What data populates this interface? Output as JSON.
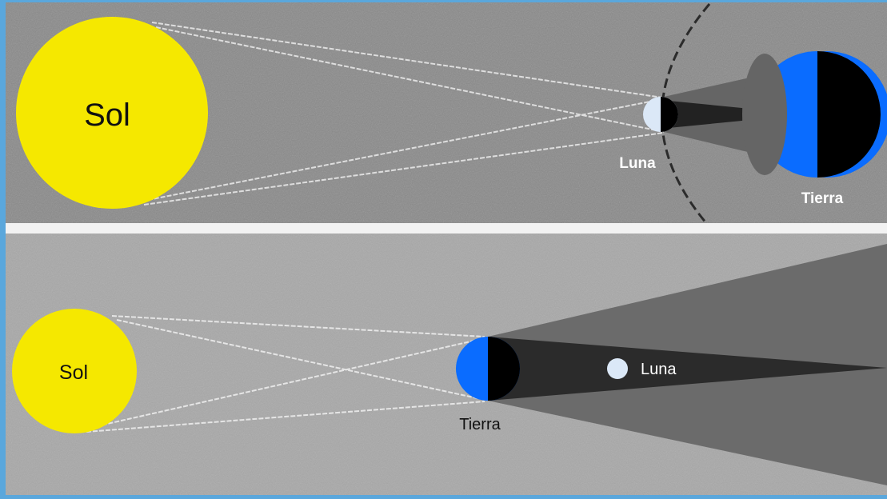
{
  "panels": {
    "solar_eclipse": {
      "sun_label": "Sol",
      "moon_label": "Luna",
      "earth_label": "Tierra"
    },
    "lunar_eclipse": {
      "sun_label": "Sol",
      "earth_label": "Tierra",
      "moon_label": "Luna"
    }
  },
  "colors": {
    "sun": "#f5e800",
    "earth_day": "#0a6cff",
    "night": "#000000",
    "moon": "#dbe8f7",
    "background": "#8e8e8e",
    "frame": "#5aa7dc",
    "rays": "#f0f0f0",
    "penumbra": "#6b6b6b",
    "umbra": "#2a2a2a"
  }
}
